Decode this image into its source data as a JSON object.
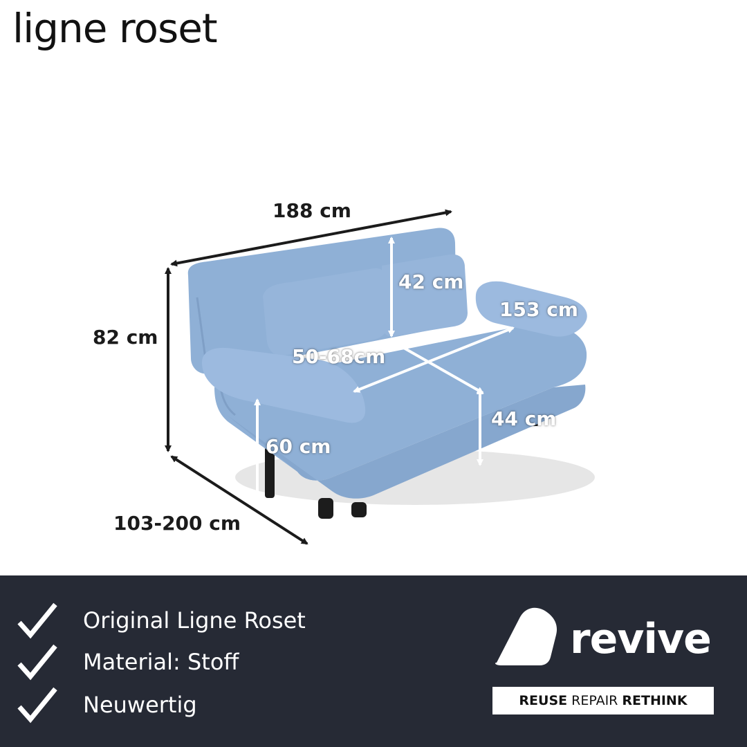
{
  "brand": {
    "logo_text": "ligne roset"
  },
  "product_image": {
    "subject": "sofa",
    "upholstery_color": "#8fb0d6",
    "frame_color": "#1c1c1c"
  },
  "dimensions": {
    "width": "188 cm",
    "height": "82 cm",
    "depth": "103-200 cm",
    "backrest_height": "42 cm",
    "armrest_length": "153 cm",
    "seat_depth": "50-68cm",
    "armrest_height": "60 cm",
    "seat_height": "44 cm"
  },
  "features": [
    {
      "icon": "check-icon",
      "label": "Original Ligne Roset"
    },
    {
      "icon": "check-icon",
      "label": "Material: Stoff"
    },
    {
      "icon": "check-icon",
      "label": "Neuwertig"
    }
  ],
  "seller": {
    "logo_word": "revive",
    "tagline_1": "REUSE",
    "tagline_2": "REPAIR",
    "tagline_3": "RETHINK"
  },
  "colors": {
    "footer_background": "#262a35",
    "dimension_line": "#1b1b1b",
    "text_light": "#ffffff"
  }
}
